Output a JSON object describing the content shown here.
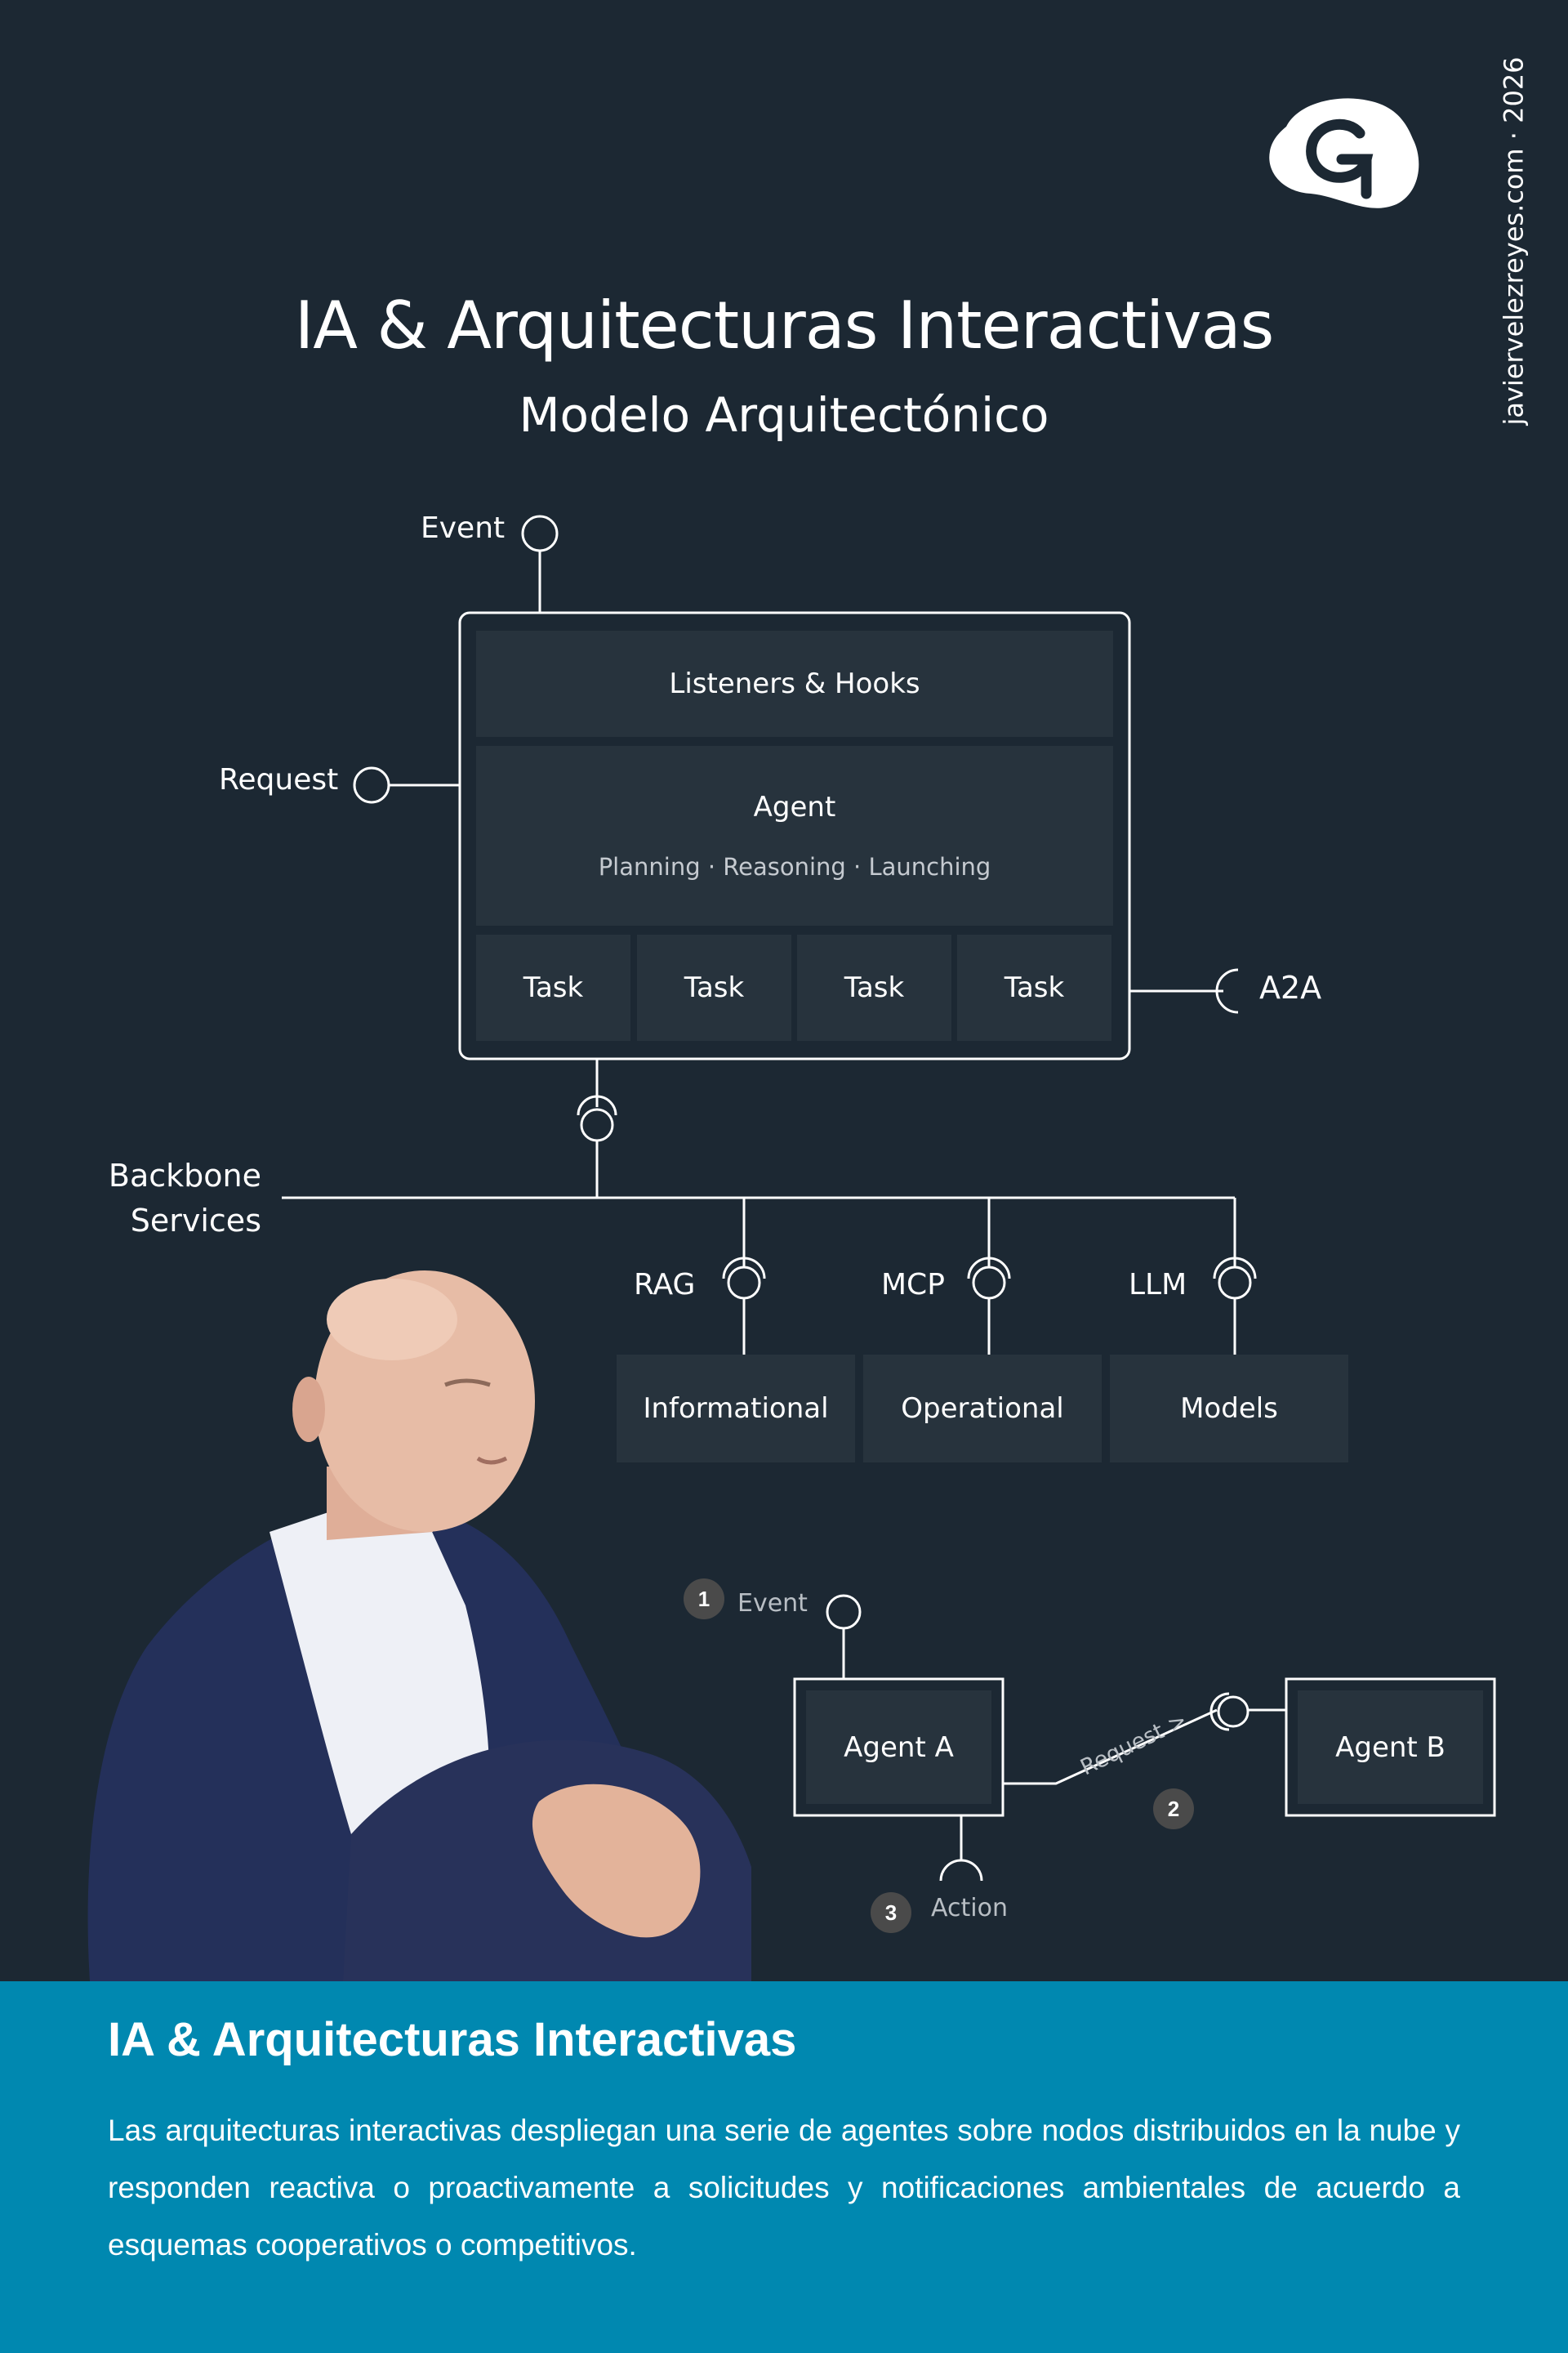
{
  "site": "javiervelezreyes.com · 2026",
  "logo": {
    "icon": "jvr-monogram-logo"
  },
  "header": {
    "title": "IA & Arquitecturas Interactivas",
    "subtitle": "Modelo Arquitectónico"
  },
  "architecture": {
    "interfaces": {
      "event": "Event",
      "request": "Request",
      "a2a": "A2A"
    },
    "layers": {
      "listeners": "Listeners & Hooks",
      "agent": "Agent",
      "agent_detail": "Planning · Reasoning · Launching",
      "tasks": [
        "Task",
        "Task",
        "Task",
        "Task"
      ]
    },
    "backbone": {
      "label_line1": "Backbone",
      "label_line2": "Services",
      "services": [
        {
          "protocol": "RAG",
          "name": "Informational"
        },
        {
          "protocol": "MCP",
          "name": "Operational"
        },
        {
          "protocol": "LLM",
          "name": "Models"
        }
      ]
    }
  },
  "interaction": {
    "agent_a": "Agent A",
    "agent_b": "Agent B",
    "steps": [
      {
        "number": "1",
        "label": "Event"
      },
      {
        "number": "2",
        "label": "Request >"
      },
      {
        "number": "3",
        "label": "Action"
      }
    ]
  },
  "photo": {
    "description_icon": "person-portrait"
  },
  "footer": {
    "title": "IA & Arquitecturas Interactivas",
    "body": "Las arquitecturas interactivas despliegan una serie de agentes sobre nodos distribuidos en la nube y responden reactiva o proactivamente a solicitudes y notificaciones ambientales de acuerdo a esquemas cooperativos o competitivos."
  },
  "colors": {
    "background": "#1c2833",
    "panel": "#27333d",
    "footer": "#0088b0",
    "line": "#ffffff",
    "muted": "#b8bec4"
  }
}
